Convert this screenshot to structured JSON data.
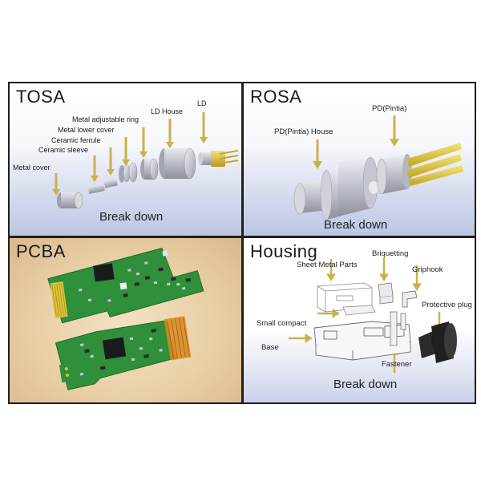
{
  "panels": {
    "tosa": {
      "title": "TOSA",
      "break_label": "Break down",
      "parts": {
        "metal_cover": "Metal cover",
        "ceramic_sleeve": "Ceramic sleeve",
        "ceramic_ferrule": "Ceramic ferrule",
        "metal_lower_cover": "Metal lower cover",
        "metal_adjustable_ring": "Metal adjustable ring",
        "ld_house": "LD House",
        "ld": "LD"
      }
    },
    "rosa": {
      "title": "ROSA",
      "break_label": "Break down",
      "parts": {
        "pd_house": "PD(Pintia) House",
        "pd": "PD(Pintia)"
      }
    },
    "pcba": {
      "title": "PCBA"
    },
    "housing": {
      "title": "Housing",
      "break_label": "Break down",
      "parts": {
        "sheet_metal": "Sheet Metal Parts",
        "briquetting": "Briquetting",
        "griphook": "Griphook",
        "small_compact": "Small compact",
        "base": "Base",
        "protective_plug": "Protective plug",
        "fastener": "Fastener"
      }
    }
  },
  "colors": {
    "arrow": "#c9b24a",
    "pcb_green": "#2f8f3a",
    "gold_pin": "#d8c23a",
    "flex_orange": "#d98a1e"
  }
}
